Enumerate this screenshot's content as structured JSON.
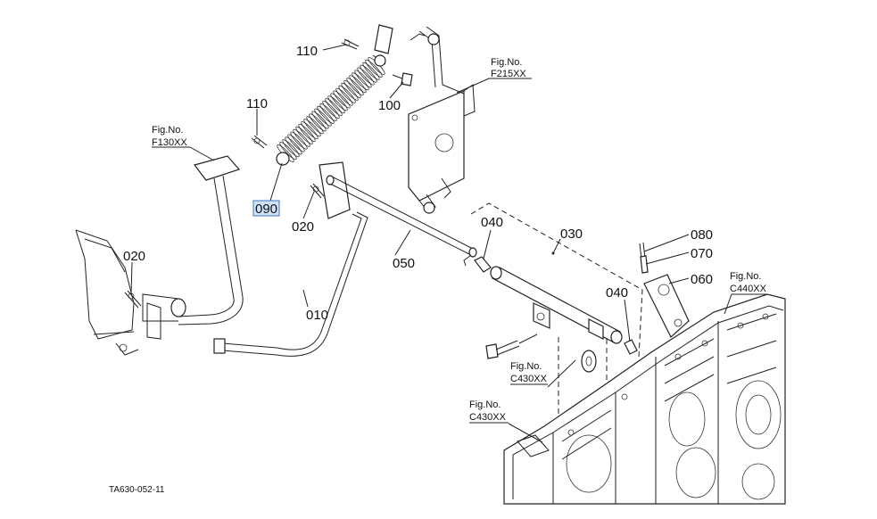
{
  "callouts": {
    "p110a": "110",
    "p110b": "110",
    "p100": "100",
    "p090": "090",
    "p020a": "020",
    "p020b": "020",
    "p050": "050",
    "p010": "010",
    "p040a": "040",
    "p040b": "040",
    "p030": "030",
    "p080": "080",
    "p070": "070",
    "p060": "060"
  },
  "fig_refs": {
    "f215": {
      "title": "Fig.No.",
      "code": "F215XX"
    },
    "f130": {
      "title": "Fig.No.",
      "code": "F130XX"
    },
    "c440": {
      "title": "Fig.No.",
      "code": "C440XX"
    },
    "c430a": {
      "title": "Fig.No.",
      "code": "C430XX"
    },
    "c430b": {
      "title": "Fig.No.",
      "code": "C430XX"
    }
  },
  "drawing_code": "TA630-052-11",
  "highlight_color": "#cfe2f7"
}
